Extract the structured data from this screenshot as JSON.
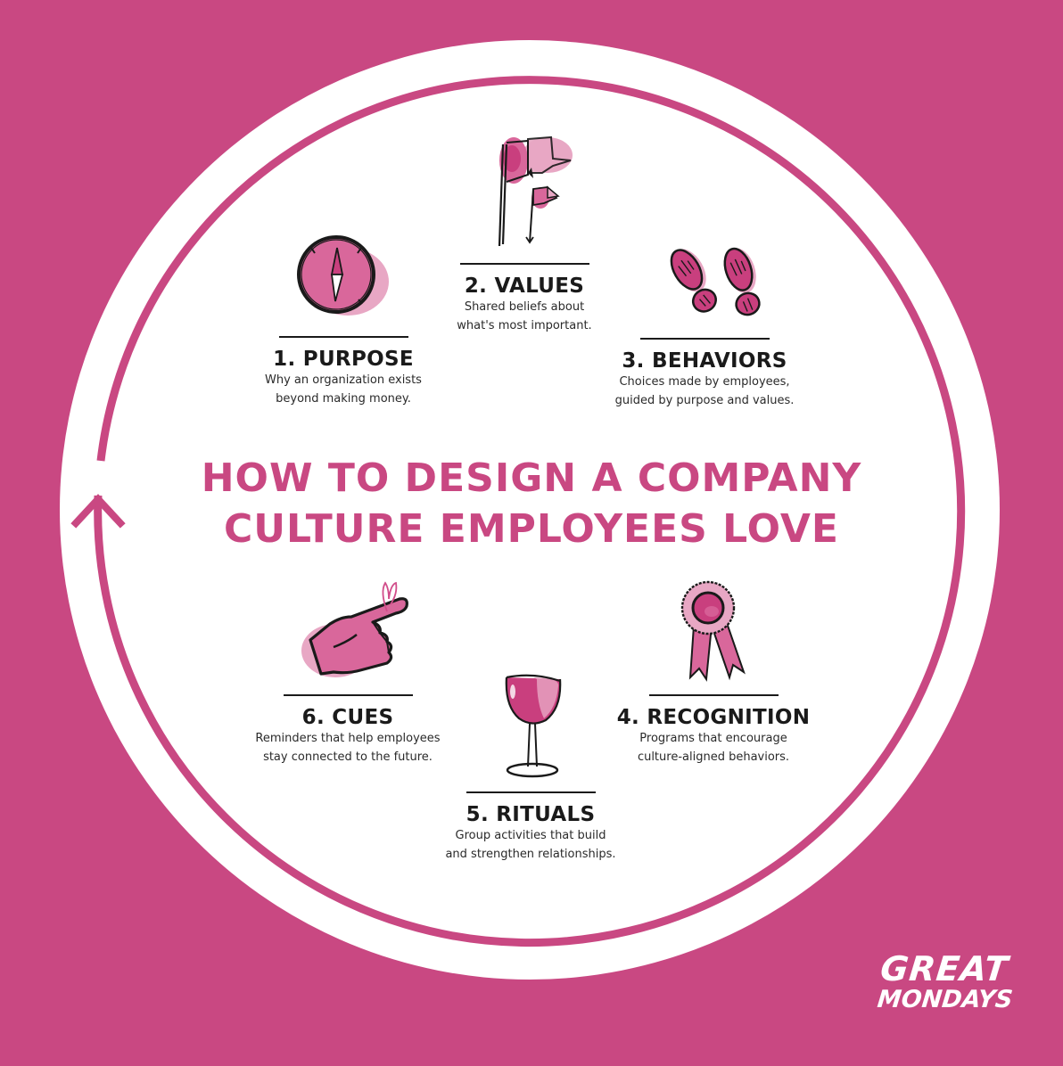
{
  "colors": {
    "background": "#c94882",
    "circle_fill": "#ffffff",
    "ring_stroke": "#c94882",
    "title_color": "#c94882",
    "text_color": "#1a1a1a",
    "icon_pink_dark": "#c93f7e",
    "icon_pink_mid": "#d9679b",
    "icon_pink_light": "#e8a7c4"
  },
  "title": {
    "line1": "HOW TO DESIGN A COMPANY",
    "line2": "CULTURE EMPLOYEES LOVE"
  },
  "cycle": {
    "direction": "clockwise",
    "arrow_icon": "arrow-up-icon"
  },
  "steps": [
    {
      "number": 1,
      "heading": "1. PURPOSE",
      "desc_line1": "Why an organization exists",
      "desc_line2": "beyond making money.",
      "icon": "compass-icon"
    },
    {
      "number": 2,
      "heading": "2. VALUES",
      "desc_line1": "Shared beliefs about",
      "desc_line2": "what's most important.",
      "icon": "flags-icon"
    },
    {
      "number": 3,
      "heading": "3. BEHAVIORS",
      "desc_line1": "Choices made by employees,",
      "desc_line2": "guided by purpose and values.",
      "icon": "footprints-icon"
    },
    {
      "number": 4,
      "heading": "4. RECOGNITION",
      "desc_line1": "Programs that encourage",
      "desc_line2": "culture-aligned behaviors.",
      "icon": "award-ribbon-icon"
    },
    {
      "number": 5,
      "heading": "5. RITUALS",
      "desc_line1": "Group activities that build",
      "desc_line2": "and strengthen relationships.",
      "icon": "wine-glass-icon"
    },
    {
      "number": 6,
      "heading": "6. CUES",
      "desc_line1": "Reminders that help employees",
      "desc_line2": "stay connected to the future.",
      "icon": "finger-string-icon"
    }
  ],
  "logo": {
    "line1": "GREAT",
    "line2": "MONDAYS"
  }
}
